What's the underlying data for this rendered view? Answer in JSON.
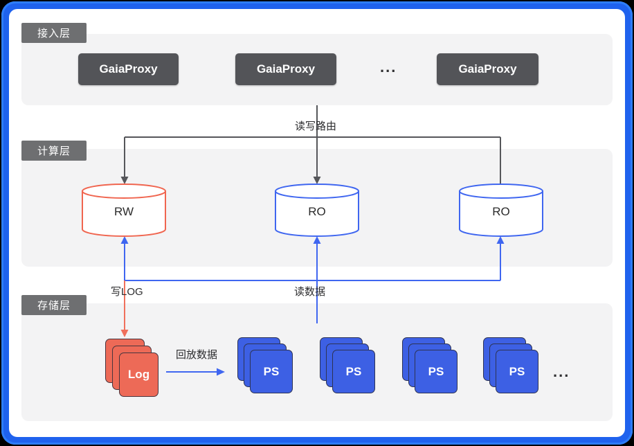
{
  "colors": {
    "frame_blue": "#1f62ee",
    "band_gray": "#f3f3f4",
    "tab_gray": "#6e6f71",
    "proxy_dark_gray": "#535458",
    "connector_dark": "#55565a",
    "connector_blue": "#3f66f0",
    "connector_red": "#f0705c",
    "cylinder_red_stroke": "#f0654f",
    "cylinder_blue_stroke": "#3f66f0",
    "log_fill": "#ed6a57",
    "ps_fill": "#3d60e4"
  },
  "layers": {
    "access": {
      "label": "接入层",
      "nodes": [
        "GaiaProxy",
        "GaiaProxy",
        "GaiaProxy"
      ],
      "ellipsis": "..."
    },
    "compute": {
      "label": "计算层",
      "nodes": [
        {
          "label": "RW",
          "type": "read-write",
          "color": "red"
        },
        {
          "label": "RO",
          "type": "read-only",
          "color": "blue"
        },
        {
          "label": "RO",
          "type": "read-only",
          "color": "blue"
        }
      ]
    },
    "storage": {
      "label": "存储层",
      "log_label": "Log",
      "ps_label": "PS",
      "ps_stack_count": 4,
      "ellipsis": "..."
    }
  },
  "edges": {
    "routing": {
      "label": "读写路由",
      "from": "GaiaProxy",
      "to": "RW / RO"
    },
    "write_log": {
      "label": "写LOG",
      "from": "RW",
      "to": "Log"
    },
    "read_data": {
      "label": "读数据",
      "from": "存储层",
      "to": "RW / RO"
    },
    "replay": {
      "label": "回放数据",
      "from": "Log",
      "to": "PS"
    }
  }
}
